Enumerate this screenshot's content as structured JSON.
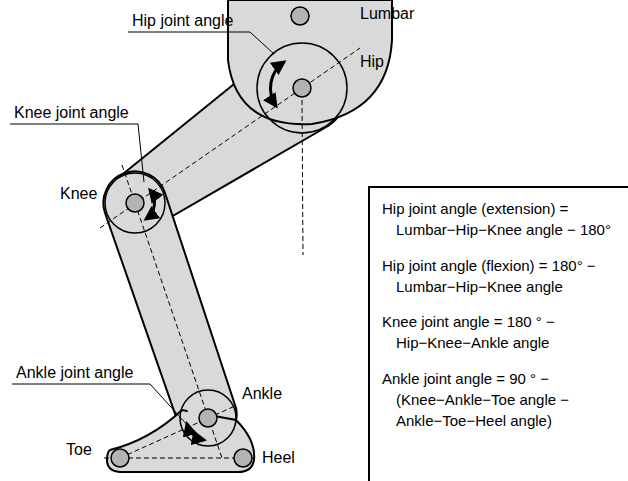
{
  "diagram": {
    "nodes": [
      {
        "text": [
          "Hip joint angle (extension) = Lumbar−Hip−Knee angle − 180°",
          "Hip joint angle (flexion) = 180° − Lumbar−Hip−Knee angle",
          "Knee joint angle = 180 ° − Hip−Knee−Ankle angle",
          "Ankle joint angle = 90 ° − (Knee−Ankle−Toe angle − Ankle−Toe−Heel angle)"
        ]
      }
    ],
    "labels": [
      "Hip joint angle",
      "Lumbar",
      "Hip",
      "Knee joint angle",
      "Knee",
      "Ankle joint angle",
      "Ankle",
      "Toe",
      "Heel"
    ]
  }
}
